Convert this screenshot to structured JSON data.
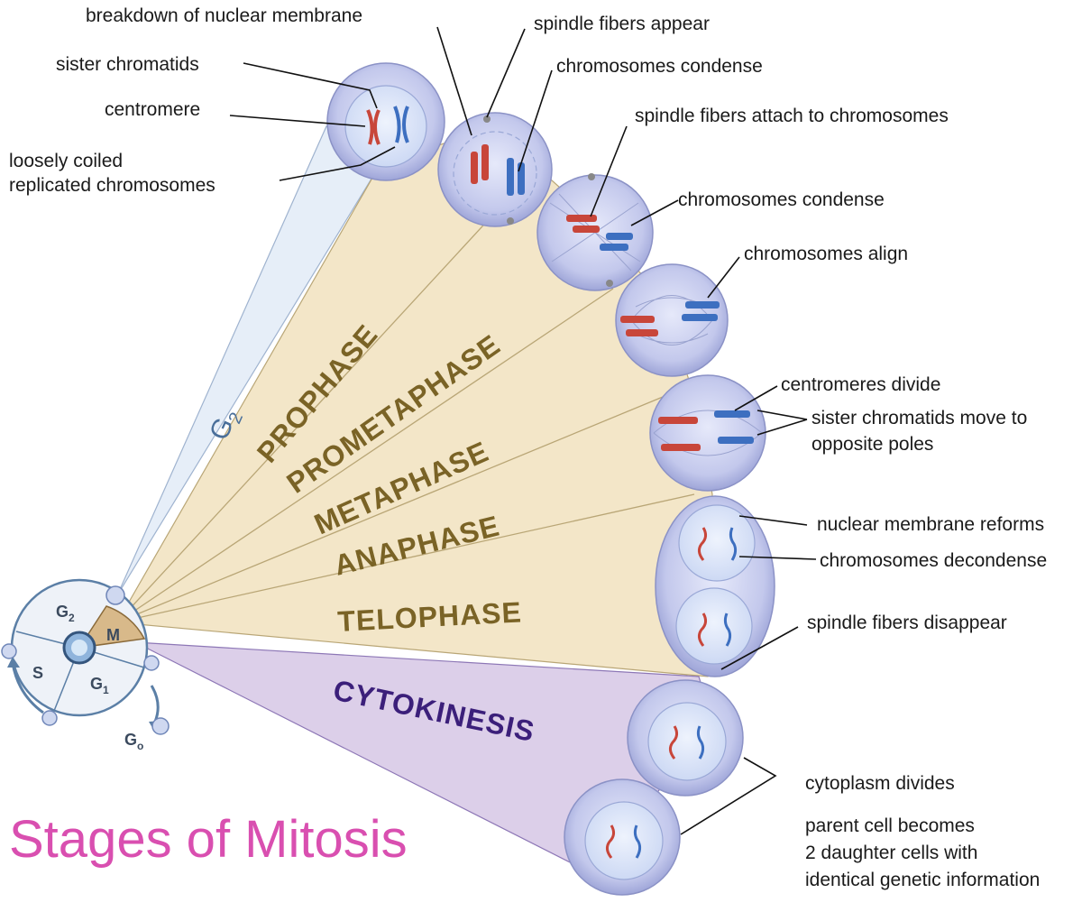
{
  "title": "Stages of Mitosis",
  "colors": {
    "title": "#d94fb0",
    "phase_text": "#7a6326",
    "cytokinesis_text": "#3b1f7a",
    "g2_fan": "#e6eef8",
    "mitosis_fan": "#f3e6c8",
    "cytokinesis_fan": "#d9cce8",
    "cell_fill": "#c9cdee",
    "nucleus_fill": "#e4ecfb",
    "chromosome_red": "#c8463a",
    "chromosome_blue": "#3d6fc0"
  },
  "cycle": {
    "g2": "G",
    "g2_sub": "2",
    "s": "S",
    "g1": "G",
    "g1_sub": "1",
    "m": "M",
    "g0": "G",
    "g0_sub": "o"
  },
  "fan_labels": {
    "g2": "G",
    "g2_sub": "2",
    "prophase": "PROPHASE",
    "prometaphase": "PROMETAPHASE",
    "metaphase": "METAPHASE",
    "anaphase": "ANAPHASE",
    "telophase": "TELOPHASE",
    "cytokinesis": "CYTOKINESIS"
  },
  "annotations": {
    "breakdown_nuclear_membrane": "breakdown of nuclear membrane",
    "sister_chromatids": "sister chromatids",
    "centromere": "centromere",
    "loosely_coiled_1": "loosely coiled",
    "loosely_coiled_2": "replicated chromosomes",
    "spindle_fibers_appear": "spindle fibers appear",
    "chromosomes_condense_1": "chromosomes condense",
    "spindle_fibers_attach": "spindle fibers attach to chromosomes",
    "chromosomes_condense_2": "chromosomes condense",
    "chromosomes_align": "chromosomes align",
    "centromeres_divide": "centromeres divide",
    "sister_chromatids_move_1": "sister chromatids move to",
    "sister_chromatids_move_2": "opposite poles",
    "nuclear_membrane_reforms": "nuclear membrane reforms",
    "chromosomes_decondense": "chromosomes decondense",
    "spindle_fibers_disappear": "spindle fibers disappear",
    "cytoplasm_divides": "cytoplasm divides",
    "parent_cell_1": "parent cell becomes",
    "parent_cell_2": "2 daughter cells with",
    "parent_cell_3": "identical genetic information"
  }
}
